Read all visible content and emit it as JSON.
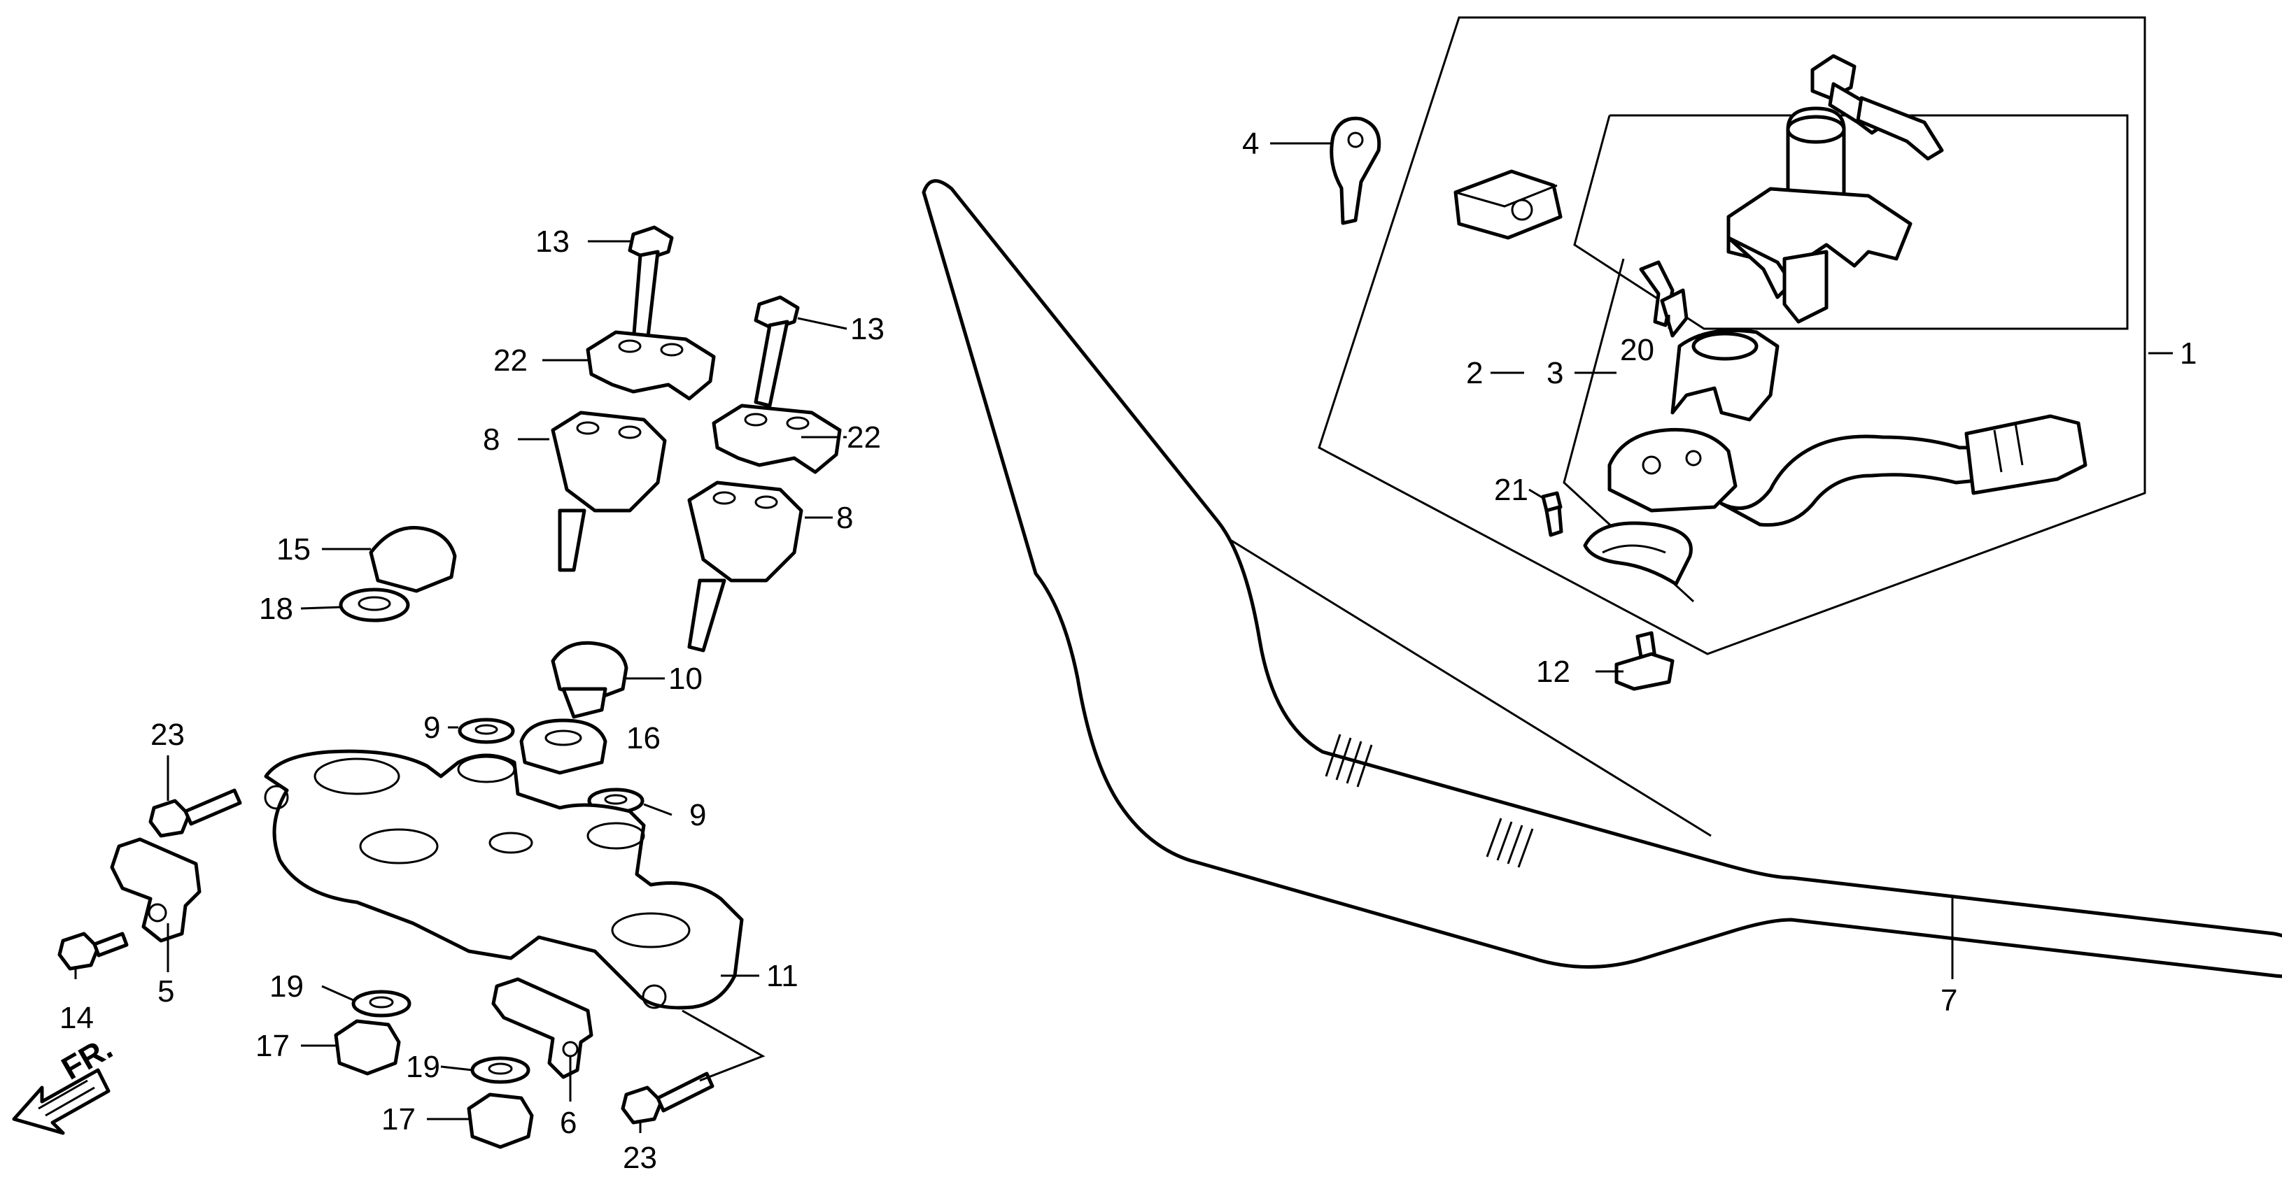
{
  "diagram": {
    "direction_label": "FR.",
    "callouts": {
      "c1": "1",
      "c2": "2",
      "c3": "3",
      "c4": "4",
      "c5": "5",
      "c6": "6",
      "c7": "7",
      "c8a": "8",
      "c8b": "8",
      "c9a": "9",
      "c9b": "9",
      "c10": "10",
      "c11": "11",
      "c12": "12",
      "c13a": "13",
      "c13b": "13",
      "c14": "14",
      "c15": "15",
      "c16": "16",
      "c17a": "17",
      "c17b": "17",
      "c18": "18",
      "c19a": "19",
      "c19b": "19",
      "c20": "20",
      "c21": "21",
      "c22a": "22",
      "c22b": "22",
      "c23a": "23",
      "c23b": "23"
    }
  }
}
